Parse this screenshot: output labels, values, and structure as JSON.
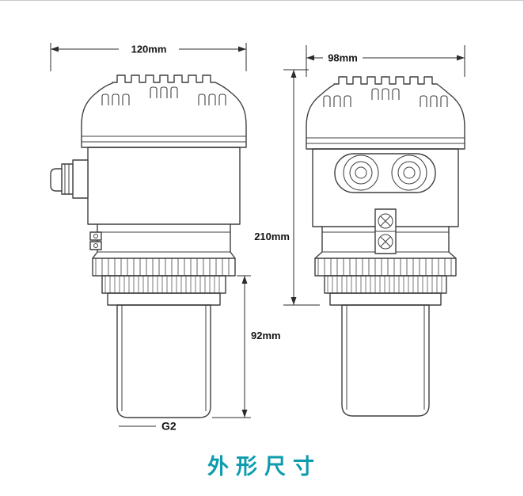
{
  "title": {
    "text": "外形尺寸",
    "color": "#0d9cae"
  },
  "dimensions": {
    "left_view_width": "120mm",
    "right_view_width": "98mm",
    "overall_height": "210mm",
    "horn_section_height": "92mm",
    "thread_size": "G2"
  }
}
